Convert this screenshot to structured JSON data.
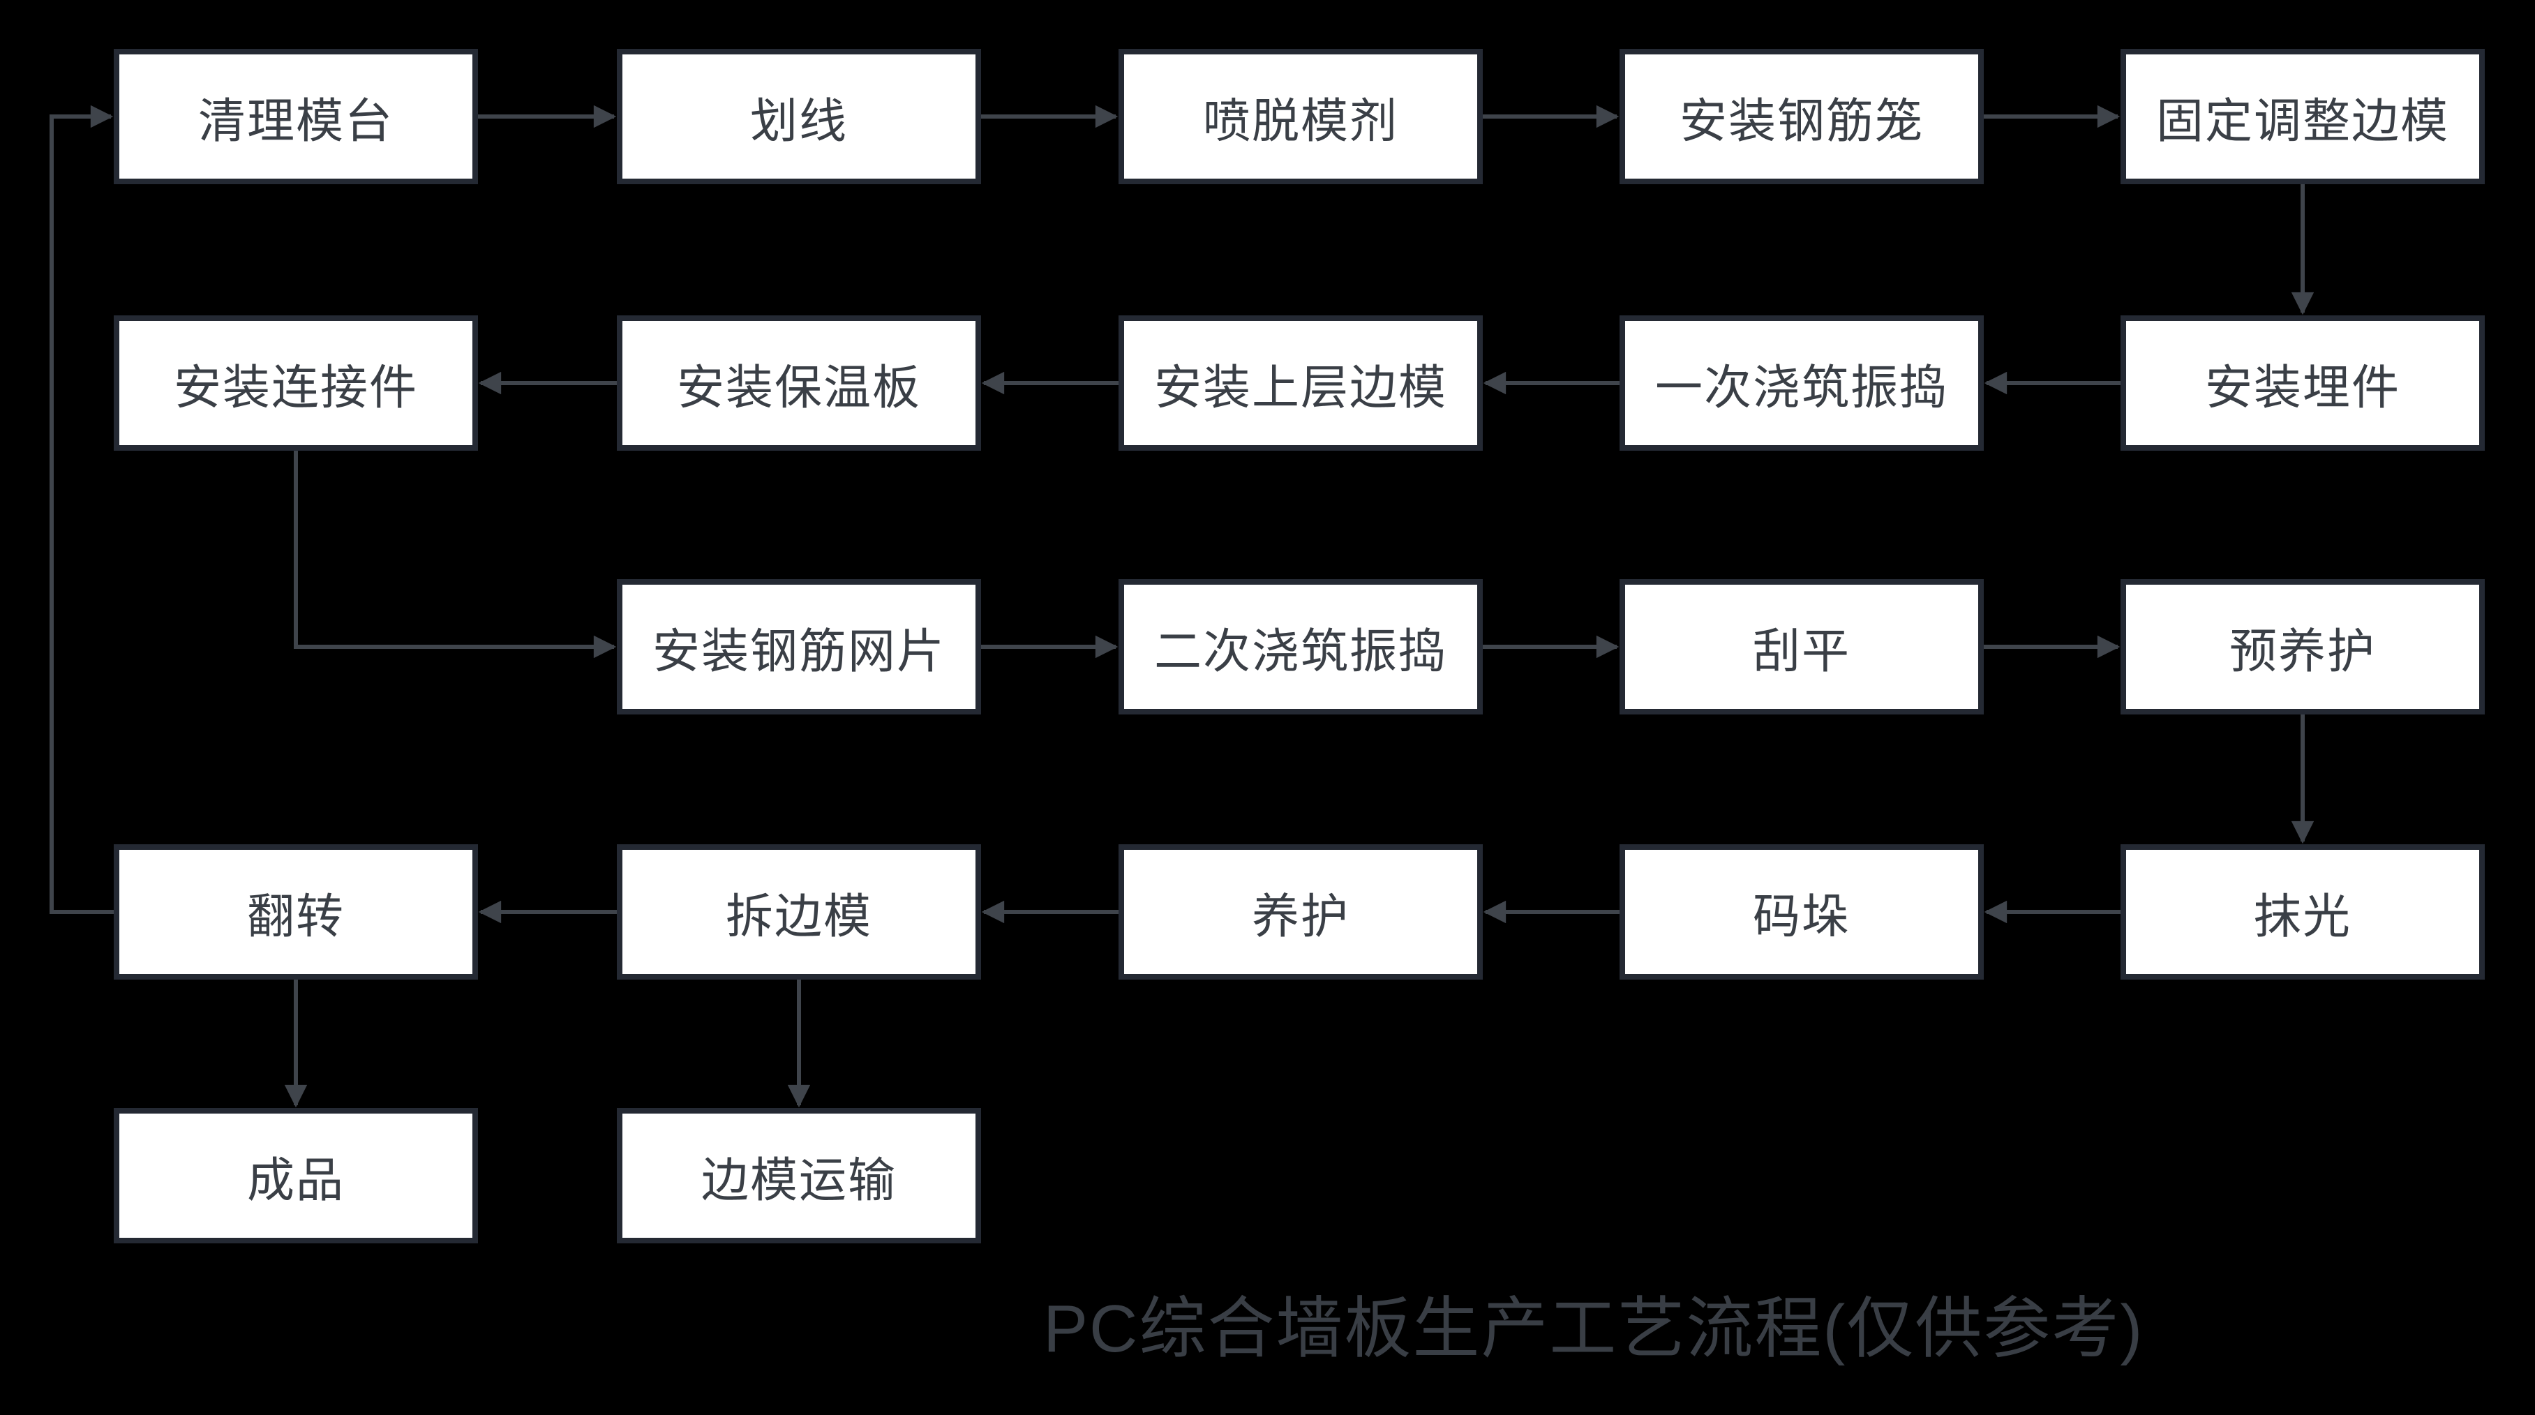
{
  "diagram": {
    "title": "PC综合墙板生产工艺流程(仅供参考)",
    "colors": {
      "background": "#000000",
      "node_fill": "#ffffff",
      "node_border": "#242933",
      "node_text": "#3a3f46",
      "edge": "#3f444b",
      "title_text": "#393e45"
    },
    "nodes": [
      {
        "id": "clean-mold-table",
        "label": "清理模台",
        "col": 0,
        "row": 0
      },
      {
        "id": "scribe-lines",
        "label": "划线",
        "col": 1,
        "row": 0
      },
      {
        "id": "spray-release-agent",
        "label": "喷脱模剂",
        "col": 2,
        "row": 0
      },
      {
        "id": "install-rebar-cage",
        "label": "安装钢筋笼",
        "col": 3,
        "row": 0
      },
      {
        "id": "fix-adjust-edge-mold",
        "label": "固定调整边模",
        "col": 4,
        "row": 0
      },
      {
        "id": "install-connectors",
        "label": "安装连接件",
        "col": 0,
        "row": 1
      },
      {
        "id": "install-insulation-board",
        "label": "安装保温板",
        "col": 1,
        "row": 1
      },
      {
        "id": "install-upper-edge-mold",
        "label": "安装上层边模",
        "col": 2,
        "row": 1
      },
      {
        "id": "first-pour-vibrate",
        "label": "一次浇筑振捣",
        "col": 3,
        "row": 1
      },
      {
        "id": "install-embedded-parts",
        "label": "安装埋件",
        "col": 4,
        "row": 1
      },
      {
        "id": "install-rebar-mesh",
        "label": "安装钢筋网片",
        "col": 1,
        "row": 2
      },
      {
        "id": "second-pour-vibrate",
        "label": "二次浇筑振捣",
        "col": 2,
        "row": 2
      },
      {
        "id": "scrape-level",
        "label": "刮平",
        "col": 3,
        "row": 2
      },
      {
        "id": "pre-curing",
        "label": "预养护",
        "col": 4,
        "row": 2
      },
      {
        "id": "flip",
        "label": "翻转",
        "col": 0,
        "row": 3
      },
      {
        "id": "remove-edge-mold",
        "label": "拆边模",
        "col": 1,
        "row": 3
      },
      {
        "id": "curing",
        "label": "养护",
        "col": 2,
        "row": 3
      },
      {
        "id": "stacking",
        "label": "码垛",
        "col": 3,
        "row": 3
      },
      {
        "id": "smoothing",
        "label": "抹光",
        "col": 4,
        "row": 3
      },
      {
        "id": "finished-product",
        "label": "成品",
        "col": 0,
        "row": 4
      },
      {
        "id": "edge-mold-transport",
        "label": "边模运输",
        "col": 1,
        "row": 4
      }
    ],
    "edges": [
      {
        "from": "clean-mold-table",
        "to": "scribe-lines",
        "route": "h"
      },
      {
        "from": "scribe-lines",
        "to": "spray-release-agent",
        "route": "h"
      },
      {
        "from": "spray-release-agent",
        "to": "install-rebar-cage",
        "route": "h"
      },
      {
        "from": "install-rebar-cage",
        "to": "fix-adjust-edge-mold",
        "route": "h"
      },
      {
        "from": "fix-adjust-edge-mold",
        "to": "install-embedded-parts",
        "route": "v"
      },
      {
        "from": "install-embedded-parts",
        "to": "first-pour-vibrate",
        "route": "h"
      },
      {
        "from": "first-pour-vibrate",
        "to": "install-upper-edge-mold",
        "route": "h"
      },
      {
        "from": "install-upper-edge-mold",
        "to": "install-insulation-board",
        "route": "h"
      },
      {
        "from": "install-insulation-board",
        "to": "install-connectors",
        "route": "h"
      },
      {
        "from": "install-connectors",
        "to": "install-rebar-mesh",
        "route": "elbow"
      },
      {
        "from": "install-rebar-mesh",
        "to": "second-pour-vibrate",
        "route": "h"
      },
      {
        "from": "second-pour-vibrate",
        "to": "scrape-level",
        "route": "h"
      },
      {
        "from": "scrape-level",
        "to": "pre-curing",
        "route": "h"
      },
      {
        "from": "pre-curing",
        "to": "smoothing",
        "route": "v"
      },
      {
        "from": "smoothing",
        "to": "stacking",
        "route": "h"
      },
      {
        "from": "stacking",
        "to": "curing",
        "route": "h"
      },
      {
        "from": "curing",
        "to": "remove-edge-mold",
        "route": "h"
      },
      {
        "from": "remove-edge-mold",
        "to": "flip",
        "route": "h"
      },
      {
        "from": "flip",
        "to": "finished-product",
        "route": "v"
      },
      {
        "from": "remove-edge-mold",
        "to": "edge-mold-transport",
        "route": "v"
      },
      {
        "from": "flip",
        "to": "clean-mold-table",
        "route": "loop"
      }
    ]
  }
}
